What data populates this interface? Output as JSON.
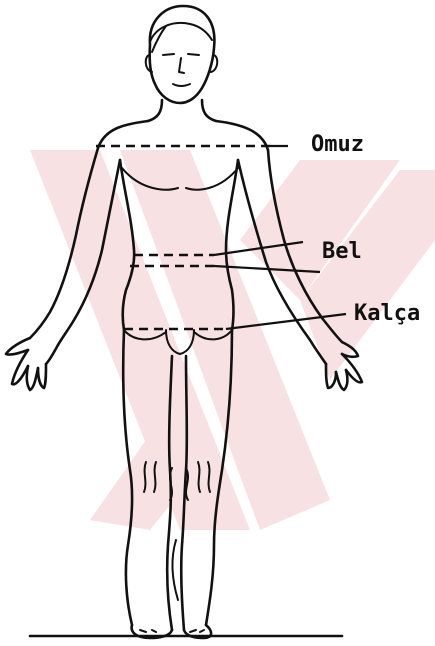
{
  "diagram": {
    "labels": {
      "shoulder": "Omuz",
      "waist": "Bel",
      "hip": "Kalça"
    },
    "colors": {
      "ink": "#111111",
      "watermark": "#f5d6d8",
      "background": "#ffffff"
    },
    "icons": [
      "human-figure-outline",
      "watermark-triangles"
    ]
  }
}
